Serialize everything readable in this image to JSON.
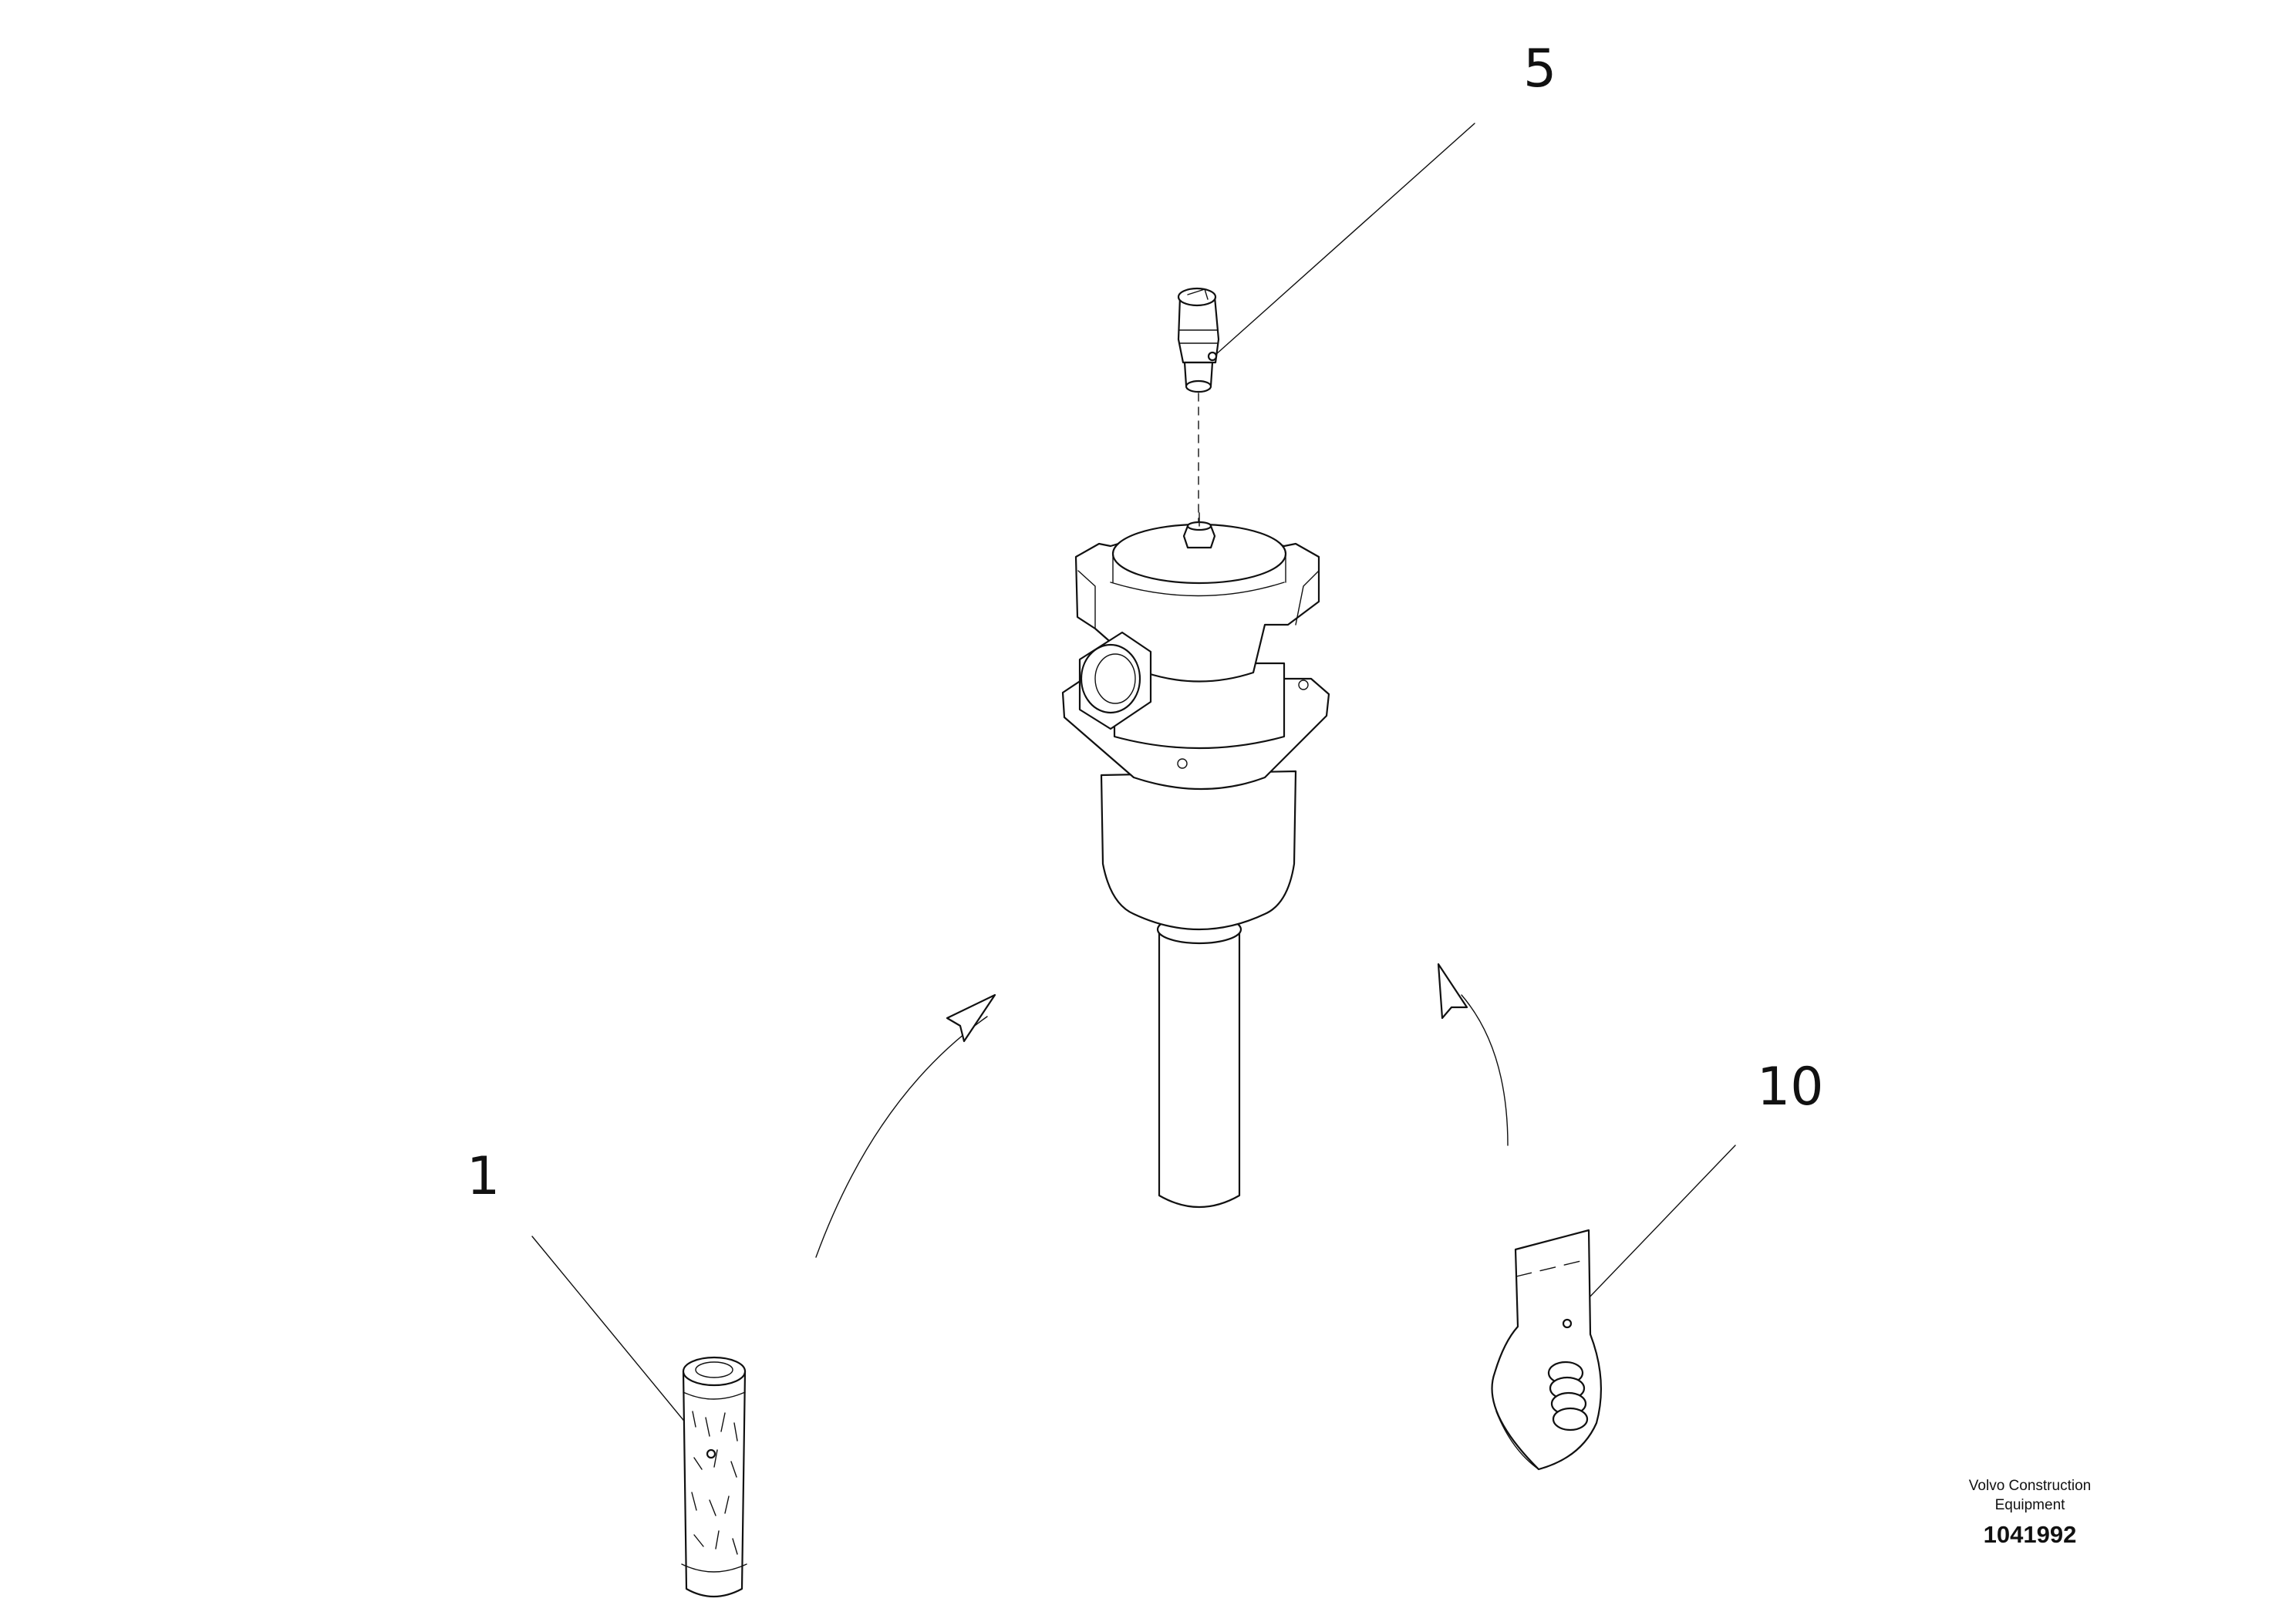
{
  "callouts": {
    "c5": "5",
    "c1": "1",
    "c10": "10"
  },
  "caption": {
    "line1": "Volvo Construction",
    "line2": "Equipment",
    "number": "1041992"
  }
}
